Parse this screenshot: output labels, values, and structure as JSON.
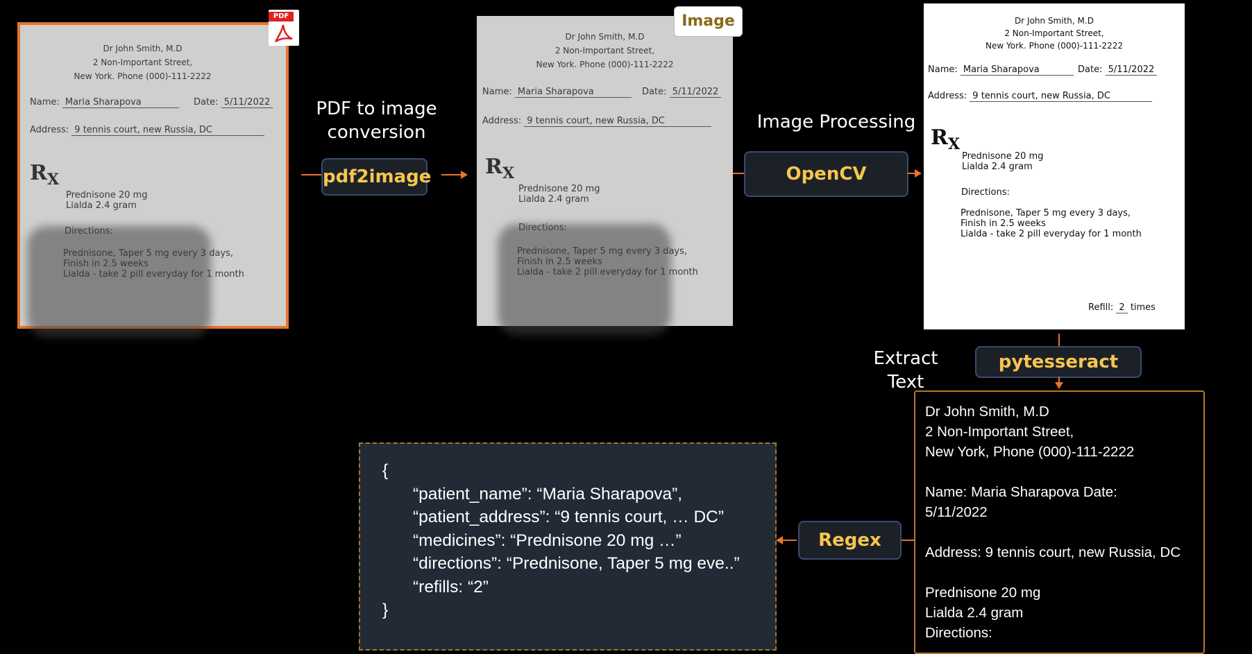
{
  "original_doc": {
    "header": [
      "Dr John Smith, M.D",
      "2 Non-Important Street,",
      "New York. Phone (000)-111-2222"
    ],
    "name_label": "Name:",
    "name_value": "Maria Sharapova",
    "date_label": "Date:",
    "date_value": "5/11/2022",
    "address_label": "Address:",
    "address_value": "9 tennis court, new Russia, DC",
    "rx_symbol": "R",
    "rx_x": "X",
    "medicines": [
      "Prednisone 20 mg",
      "Lialda 2.4 gram"
    ],
    "directions_label": "Directions:",
    "directions": [
      "Prednisone, Taper 5 mg every 3 days,",
      "Finish in 2.5 weeks",
      "Lialda - take 2 pill everyday for 1 month"
    ],
    "pdf_badge": "PDF"
  },
  "processed_doc": {
    "refill_label": "Refill:",
    "refill_value": "2",
    "refill_suffix": "times"
  },
  "image_badge": "Image",
  "steps": {
    "pdf_conversion_label": "PDF to image\nconversion",
    "pdf2image": "pdf2image",
    "image_processing_label": "Image Processing",
    "opencv": "OpenCV",
    "extract_text_label": "Extract Text",
    "pytesseract": "pytesseract",
    "regex": "Regex"
  },
  "ocr_text": [
    "Dr John Smith, M.D",
    "2 Non-Important Street,",
    "New York, Phone (000)-111-2222",
    "",
    "Name: Maria Sharapova Date:",
    "5/11/2022",
    "",
    "Address: 9 tennis court, new Russia, DC",
    "",
    "Prednisone 20 mg",
    "Lialda 2.4 gram",
    "Directions:"
  ],
  "json_output": {
    "open": "{",
    "lines": [
      "“patient_name”: “Maria Sharapova”,",
      "“patient_address”: “9 tennis court, … DC”",
      "“medicines”: “Prednisone 20 mg …”",
      "“directions”: “Prednisone, Taper 5 mg eve..”",
      "“refills: “2”"
    ],
    "close": "}"
  },
  "colors": {
    "accent_orange": "#e8742c",
    "button_text": "#f6c64e",
    "button_border": "#3a4a72",
    "json_bg": "#222a36"
  }
}
